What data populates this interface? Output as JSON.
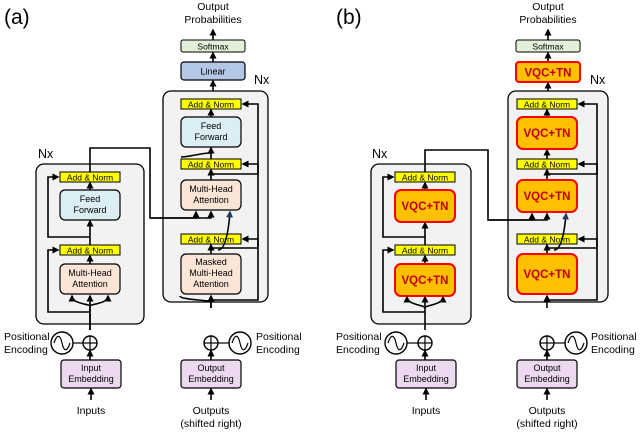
{
  "panels": {
    "a": {
      "label": "(a)",
      "output_probabilities": "Output\nProbabilities",
      "softmax": "Softmax",
      "linear": "Linear",
      "enc_nx": "Nx",
      "dec_nx": "Nx",
      "add_norm": "Add & Norm",
      "enc_feed_forward": "Feed\nForward",
      "enc_attention": "Multi-Head\nAttention",
      "dec_feed_forward": "Feed\nForward",
      "dec_cross_attention": "Multi-Head\nAttention",
      "dec_masked_attention": "Masked\nMulti-Head\nAttention",
      "positional_encoding_left": "Positional\nEncoding",
      "positional_encoding_right": "Positional\nEncoding",
      "input_embedding": "Input\nEmbedding",
      "output_embedding": "Output\nEmbedding",
      "inputs": "Inputs",
      "outputs": "Outputs\n(shifted right)"
    },
    "b": {
      "label": "(b)",
      "output_probabilities": "Output\nProbabilities",
      "softmax": "Softmax",
      "linear": "VQC+TN",
      "enc_nx": "Nx",
      "dec_nx": "Nx",
      "add_norm": "Add & Norm",
      "enc_feed_forward": "VQC+TN",
      "enc_attention": "VQC+TN",
      "dec_feed_forward": "VQC+TN",
      "dec_cross_attention": "VQC+TN",
      "dec_masked_attention": "VQC+TN",
      "positional_encoding_left": "Positional\nEncoding",
      "positional_encoding_right": "Positional\nEncoding",
      "input_embedding": "Input\nEmbedding",
      "output_embedding": "Output\nEmbedding",
      "inputs": "Inputs",
      "outputs": "Outputs\n(shifted right)"
    }
  },
  "colors": {
    "stack_fill": "#f2f2f2",
    "add_norm_fill": "#ffff00",
    "softmax_fill": "#e2efd9",
    "linear_fill": "#b4c7e7",
    "feed_forward_fill": "#dbeef4",
    "attention_fill": "#fbe5d6",
    "embedding_fill": "#ecd9f0",
    "vqc_fill": "#ffc000",
    "vqc_border": "#ff0000"
  }
}
